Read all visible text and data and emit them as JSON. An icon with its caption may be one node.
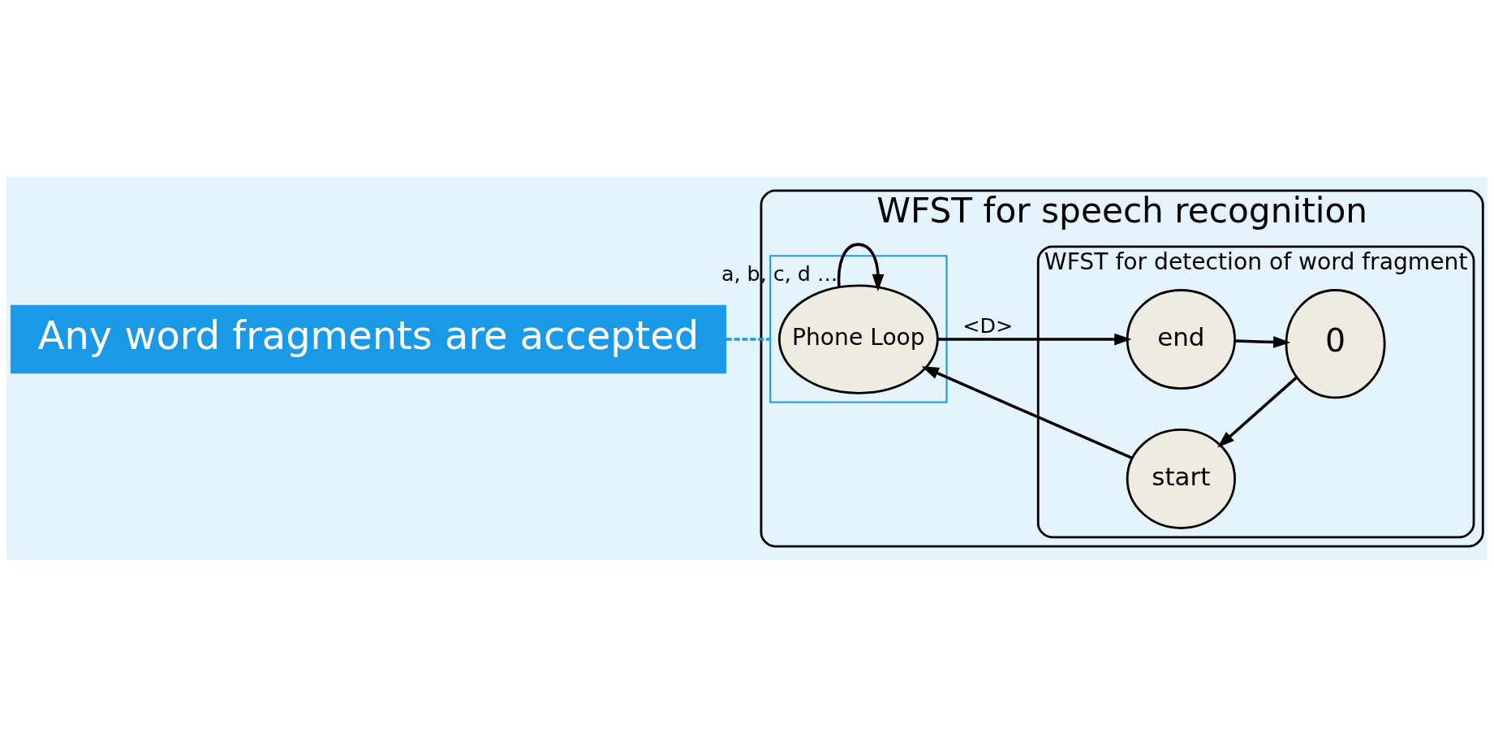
{
  "diagram": {
    "nodes": [
      {
        "text": [
          "WFST for speech recognition"
        ]
      },
      {
        "text": [
          "WFST for detection of word fragment"
        ],
        "in": 0
      },
      {
        "text": [
          "Any word fragments are accepted"
        ]
      },
      {
        "text": [],
        "shape": "box",
        "in": 0
      },
      {
        "text": [
          "Phone Loop"
        ],
        "in": 3
      },
      {
        "text": [
          "end"
        ],
        "in": 1
      },
      {
        "text": [
          "0"
        ],
        "in": 1
      },
      {
        "text": [
          "start"
        ],
        "in": 1
      }
    ],
    "edges": [
      {
        "from": 2,
        "to": 3,
        "arrow": "none",
        "style": "dashed",
        "color": "#1a9ae6"
      },
      {
        "from": 4,
        "to": 4,
        "arrow": "to",
        "label": "a, b, c, d …"
      },
      {
        "from": 4,
        "to": 5,
        "arrow": "to",
        "label": "<D>"
      },
      {
        "from": 5,
        "to": 6,
        "arrow": "to"
      },
      {
        "from": 6,
        "to": 7,
        "arrow": "to"
      },
      {
        "from": 7,
        "to": 4,
        "arrow": "to"
      }
    ]
  }
}
